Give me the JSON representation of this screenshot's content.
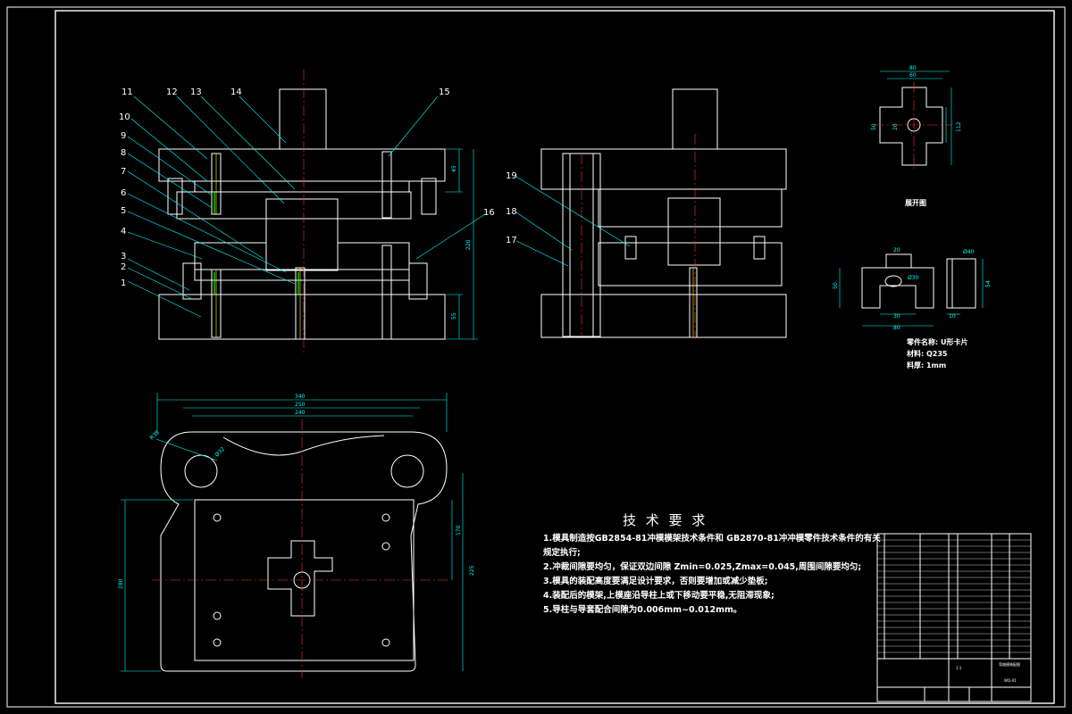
{
  "views": {
    "main_part_numbers": [
      "1",
      "2",
      "3",
      "4",
      "5",
      "6",
      "7",
      "8",
      "9",
      "10",
      "11",
      "12",
      "13",
      "14",
      "15",
      "16"
    ],
    "side_part_numbers": [
      "17",
      "18",
      "19"
    ],
    "main_dims": {
      "top_h": "45",
      "total_h": "220",
      "bottom_h": "55"
    },
    "plan_dims": {
      "w1": "340",
      "w2": "250",
      "w3": "240",
      "h1": "280",
      "h2": "225",
      "h3": "170",
      "hole1": "R38",
      "hole2": "Ø32"
    },
    "blank_dims": {
      "top1": "80",
      "top2": "60",
      "side1": "50",
      "side2": "20",
      "side3": "112",
      "label": "展开图"
    },
    "part_dims": {
      "top": "20",
      "d1": "Ø40",
      "d2": "Ø30",
      "left": "50",
      "right": "54",
      "bottom1": "30",
      "bottom2": "80",
      "small": "10"
    }
  },
  "part_info": {
    "name": "零件名称: U形卡片",
    "material": "材料: Q235",
    "thickness": "料厚: 1mm"
  },
  "notes": {
    "title": "技 术 要 求",
    "lines": [
      "1.模具制造按GB2854-81冲模模架技术条件和 GB2870-81冲冲模零件技术条件的有关",
      "规定执行;",
      "2.冲裁间隙要均匀，保证双边间隙 Zmin=0.025,Zmax=0.045,周围间隙要均匀;",
      "3.模具的装配高度要满足设计要求，否则要增加或减少垫板;",
      "4.装配后的模架,上模座沿导柱上或下移动要平稳,无阻滞现象;",
      "5.导柱与导套配合间隙为0.006mm~0.012mm。"
    ]
  },
  "title_block": {
    "scale": "1:1",
    "drawing_title": "弯曲模装配图",
    "drawing_no": "WQ-01"
  }
}
